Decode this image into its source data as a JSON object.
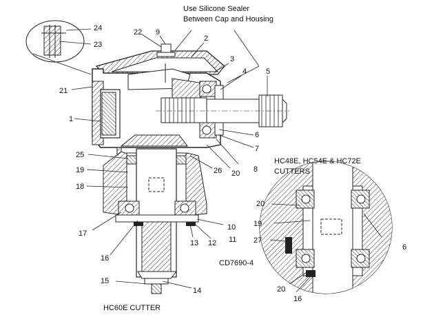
{
  "note": {
    "line1": "Use Silicone Sealer",
    "line2": "Between Cap and Housing"
  },
  "inset_title": {
    "line1": "HC48E, HC54E & HC72E",
    "line2": "CUTTERS"
  },
  "main_caption": "HC60E CUTTER",
  "drawing_id": "CD7690-4",
  "callouts": {
    "c1": "1",
    "c2": "2",
    "c3": "3",
    "c4": "4",
    "c5": "5",
    "c6": "6",
    "c7": "7",
    "c8": "8",
    "c9": "9",
    "c10": "10",
    "c11": "11",
    "c12": "12",
    "c13": "13",
    "c14": "14",
    "c15": "15",
    "c16": "16",
    "c17": "17",
    "c18": "18",
    "c19": "19",
    "c20": "20",
    "c21": "21",
    "c22": "22",
    "c23": "23",
    "c24": "24",
    "c25": "25",
    "c26": "26",
    "inset_c20_top": "20",
    "inset_c19": "19",
    "inset_c27": "27",
    "inset_c6": "6",
    "inset_c20_bottom": "20",
    "inset_c16": "16"
  }
}
